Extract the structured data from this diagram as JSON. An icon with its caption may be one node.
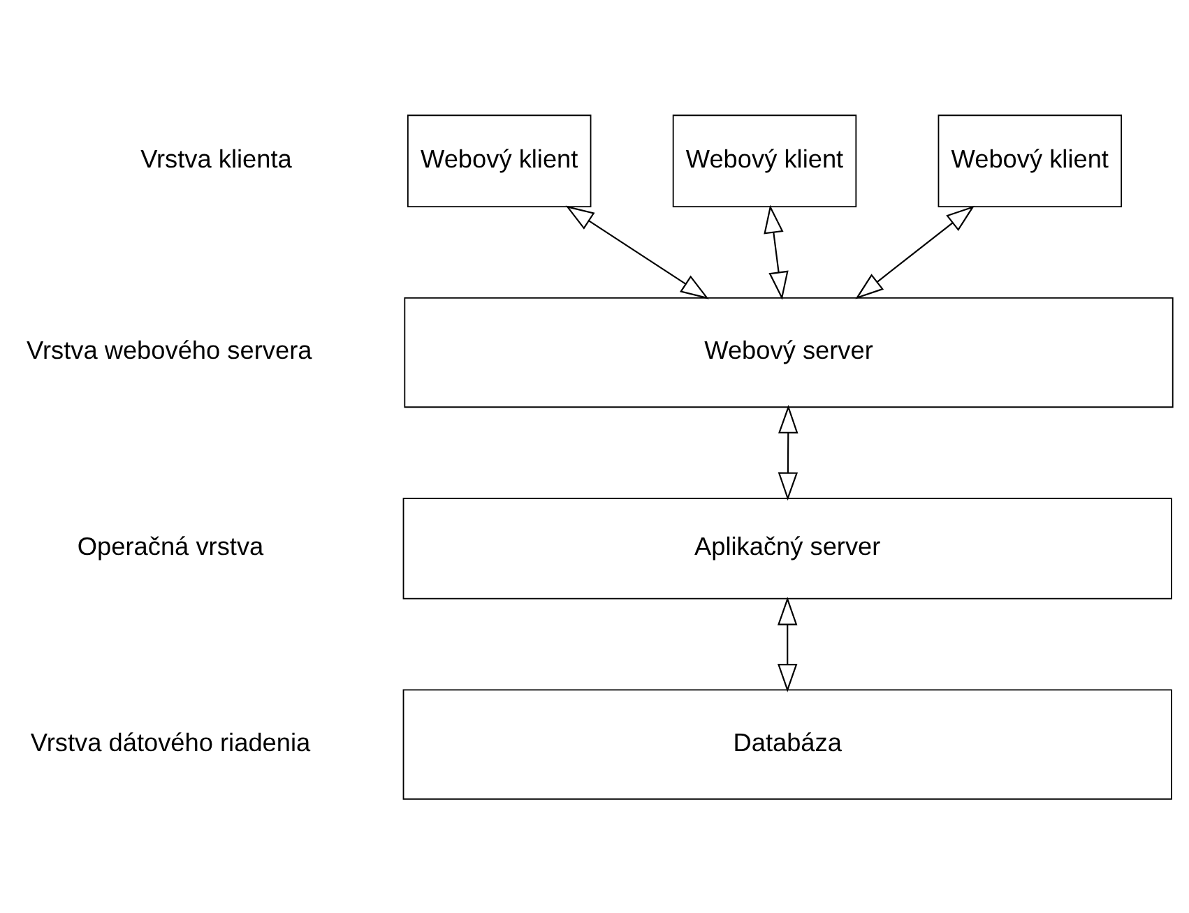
{
  "diagram": {
    "nodes": [
      {
        "text": [
          "Webový klient"
        ]
      },
      {
        "text": [
          "Webový klient"
        ]
      },
      {
        "text": [
          "Webový klient"
        ]
      },
      {
        "text": [
          "Webový server"
        ]
      },
      {
        "text": [
          "Aplikačný server"
        ]
      },
      {
        "text": [
          "Databáza"
        ]
      }
    ],
    "edges": [
      {
        "from": 0,
        "to": 3,
        "arrow": "both"
      },
      {
        "from": 1,
        "to": 3,
        "arrow": "both"
      },
      {
        "from": 2,
        "to": 3,
        "arrow": "both"
      },
      {
        "from": 3,
        "to": 4,
        "arrow": "both"
      },
      {
        "from": 4,
        "to": 5,
        "arrow": "both"
      }
    ],
    "labels": [
      "Vrstva klienta",
      "Vrstva webového servera",
      "Operačná vrstva",
      "Vrstva dátového riadenia"
    ]
  }
}
